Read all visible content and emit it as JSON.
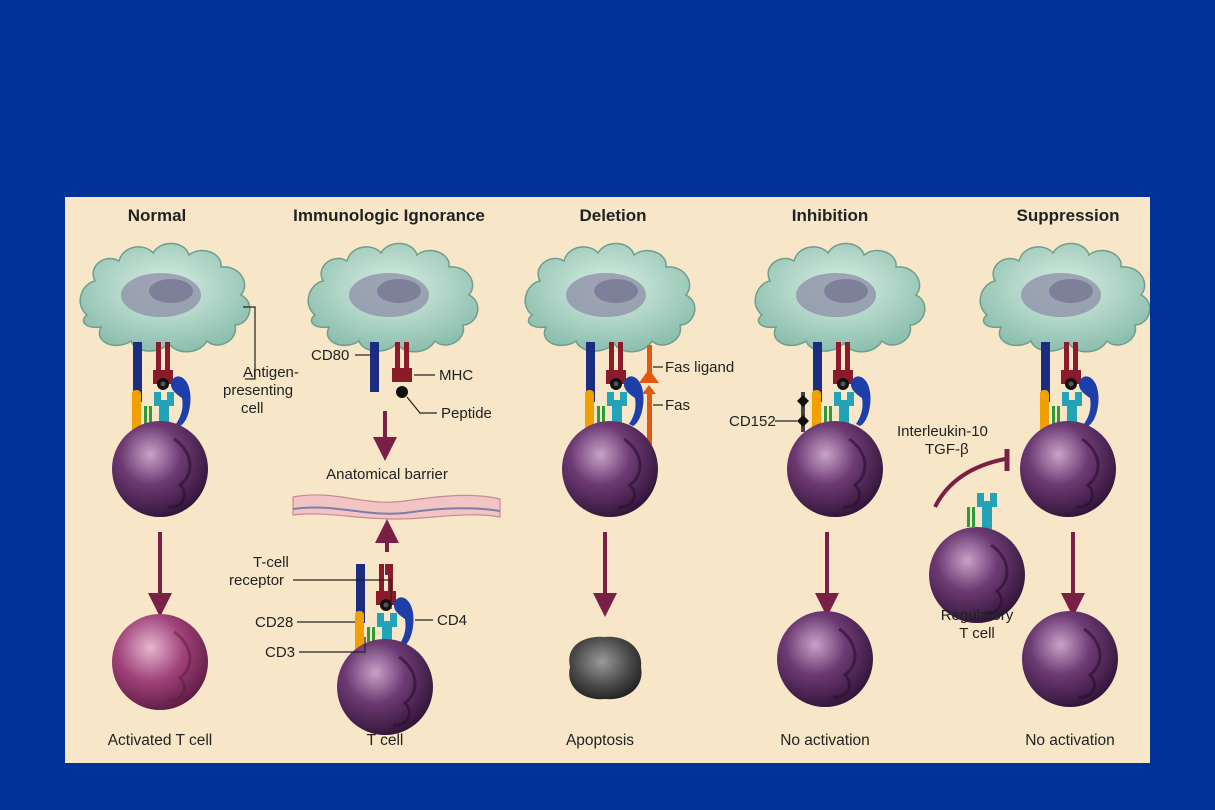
{
  "colors": {
    "slide_background": "#003399",
    "panel_background": "#f7e7c8",
    "apc_cell": "#a8cfc0",
    "t_cell": "#5a2a62",
    "activated_t_cell": "#a0427a",
    "arrow": "#7a1f46",
    "cd80": "#1a2d80",
    "mhc": "#8b1a2a",
    "tcr": "#23a3b8",
    "cd28": "#f0a000",
    "cd3": "#2e9a3a",
    "cd4": "#1f3fa8",
    "fas": "#e25a10"
  },
  "icons": [
    "antigen-presenting-cell-icon",
    "t-cell-icon",
    "apoptotic-cell-icon",
    "receptor-icon",
    "arrow-icon",
    "inhibition-arrow-icon",
    "barrier-icon"
  ],
  "columns": [
    {
      "title": "Normal",
      "caption": "Activated T cell"
    },
    {
      "title": "Immunologic Ignorance",
      "caption": "T cell"
    },
    {
      "title": "Deletion",
      "caption": "Apoptosis"
    },
    {
      "title": "Inhibition",
      "caption": "No activation"
    },
    {
      "title": "Suppression",
      "caption": "No activation"
    }
  ],
  "labels": {
    "antigen_presenting_line1": "Antigen-",
    "antigen_presenting_line2": "presenting",
    "antigen_presenting_line3": "cell",
    "cd80": "CD80",
    "mhc": "MHC",
    "peptide": "Peptide",
    "anatomical_barrier": "Anatomical barrier",
    "tcell_receptor_line1": "T-cell",
    "tcell_receptor_line2": "receptor",
    "cd28": "CD28",
    "cd3": "CD3",
    "cd4": "CD4",
    "fas_ligand": "Fas ligand",
    "fas": "Fas",
    "cd152": "CD152",
    "interleukin": "Interleukin-10",
    "tgf": "TGF-β",
    "regulatory_line1": "Regulatory",
    "regulatory_line2": "T cell"
  }
}
